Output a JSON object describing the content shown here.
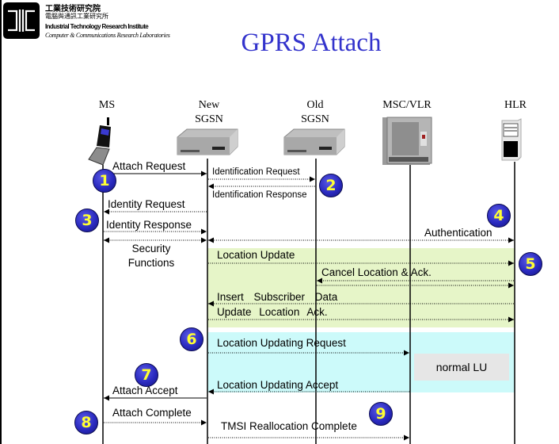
{
  "header": {
    "logo_icon": "itri-logo-icon",
    "org_name_chinese": "工業技術研究院",
    "org_sub_chinese": "電腦與通訊工業研究所",
    "org_name_english": "Industrial Technology Research Institute",
    "org_sub_english": "Computer & Communications Research Laboratories"
  },
  "title": "GPRS Attach",
  "entities": [
    {
      "id": "ms",
      "label": [
        "MS"
      ],
      "icon": "mobile-phone-icon"
    },
    {
      "id": "new-sgsn",
      "label": [
        "New",
        "SGSN"
      ],
      "icon": "network-device-icon"
    },
    {
      "id": "old-sgsn",
      "label": [
        "Old",
        "SGSN"
      ],
      "icon": "network-device-icon"
    },
    {
      "id": "msc-vlr",
      "label": [
        "MSC/VLR"
      ],
      "icon": "switch-rack-icon"
    },
    {
      "id": "hlr",
      "label": [
        "HLR"
      ],
      "icon": "server-tower-icon"
    }
  ],
  "messages": [
    {
      "label": "Attach Request",
      "from": "ms",
      "to": "new-sgsn",
      "style": "solid"
    },
    {
      "label": "Identification Request",
      "from": "new-sgsn",
      "to": "old-sgsn",
      "style": "dotted"
    },
    {
      "label": "Identification Response",
      "from": "old-sgsn",
      "to": "new-sgsn",
      "style": "dotted"
    },
    {
      "label": "Identity Request",
      "from": "new-sgsn",
      "to": "ms",
      "style": "dotted"
    },
    {
      "label": "Identity Response",
      "from": "ms",
      "to": "new-sgsn",
      "style": "dotted"
    },
    {
      "label": "Security Functions",
      "from": "ms",
      "to": "new-sgsn",
      "style": "dotted",
      "bidirectional": true
    },
    {
      "label": "Authentication",
      "from": "new-sgsn",
      "to": "hlr",
      "style": "dotted",
      "bidirectional": true
    },
    {
      "label": "Location Update",
      "from": "new-sgsn",
      "to": "hlr",
      "style": "dotted"
    },
    {
      "label": "Cancel Location & Ack.",
      "from": "hlr",
      "to": "old-sgsn",
      "style": "dotted",
      "bidirectional": true
    },
    {
      "label": "Insert Subscriber Data",
      "from": "hlr",
      "to": "new-sgsn",
      "style": "dotted"
    },
    {
      "label": "Update Location Ack.",
      "from": "new-sgsn",
      "to": "hlr",
      "style": "dotted"
    },
    {
      "label": "Location Updating Request",
      "from": "new-sgsn",
      "to": "msc-vlr",
      "style": "dotted"
    },
    {
      "label": "Location Updating Accept",
      "from": "msc-vlr",
      "to": "new-sgsn",
      "style": "dotted"
    },
    {
      "label": "Attach Accept",
      "from": "new-sgsn",
      "to": "ms",
      "style": "solid"
    },
    {
      "label": "Attach Complete",
      "from": "ms",
      "to": "new-sgsn",
      "style": "dotted"
    },
    {
      "label": "TMSI Reallocation Complete",
      "from": "new-sgsn",
      "to": "msc-vlr",
      "style": "dotted"
    }
  ],
  "steps": [
    "1",
    "2",
    "3",
    "4",
    "5",
    "6",
    "7",
    "8",
    "9"
  ],
  "boxes": {
    "normal_lu": "normal LU"
  },
  "colors": {
    "title": "#3333cc",
    "badge_fill": "#2a2abf",
    "badge_text": "#ffff33",
    "location_update_region": "#e6f5c8",
    "location_updating_region": "#ccfafa",
    "normal_lu_box": "#e6e6e6"
  }
}
